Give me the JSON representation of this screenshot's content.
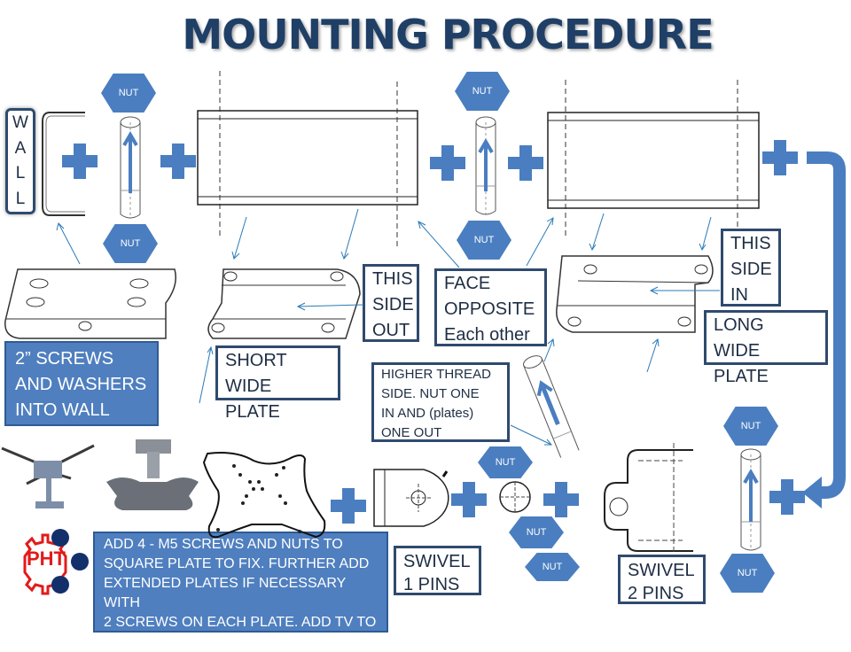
{
  "title": "MOUNTING PROCEDURE",
  "wall_label": [
    "W",
    "A",
    "L",
    "L"
  ],
  "nut_label": "NUT",
  "callouts": {
    "this_side_out": "THIS\nSIDE\nOUT",
    "face_opposite": "FACE\nOPPOSITE\nEach other",
    "this_side_in": "THIS\nSIDE\nIN",
    "long_wide_plate": "LONG\nWIDE PLATE",
    "short_wide_plate": "SHORT\nWIDE PLATE",
    "higher_thread": "HIGHER THREAD\nSIDE. NUT ONE\nIN AND (plates)\nONE OUT",
    "swivel_1_pins": "SWIVEL\n1 PINS",
    "swivel_2_pins": "SWIVEL\n2 PINS"
  },
  "instructions": {
    "wall_screws": "2” SCREWS\nAND WASHERS\nINTO WALL",
    "assembly": "ADD 4 - M5 SCREWS AND NUTS TO\nSQUARE PLATE TO FIX. FURTHER ADD\nEXTENDED  PLATES IF NECESSARY WITH\n2 SCREWS ON EACH PLATE. ADD TV TO\nTHE  ASSEMBLY UNIT."
  },
  "logo": {
    "text": "PHT",
    "color": "#e21b1b",
    "dot_color": "#13306b"
  },
  "colors": {
    "accent": "#4a7ec0",
    "title": "#1f3f66",
    "box_border": "#2f4a6e"
  }
}
